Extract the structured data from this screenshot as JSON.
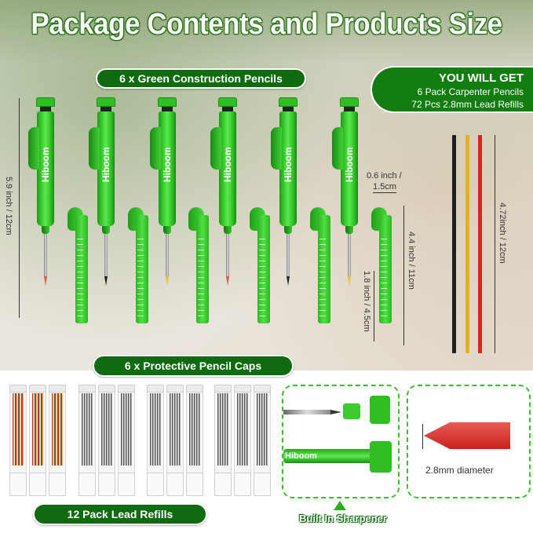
{
  "header": {
    "title": "Package Contents and Products Size"
  },
  "labels": {
    "pencils": "6 x Green Construction Pencils",
    "caps": "6 x Protective Pencil Caps",
    "refills": "12 Pack Lead Refills",
    "sharpener": "Built In Sharpener"
  },
  "you_will_get": {
    "title": "YOU WILL GET",
    "items": [
      "6 Pack Carpenter Pencils",
      "72 Pcs 2.8mm Lead Refills"
    ]
  },
  "brand": "Hiboom",
  "dimensions": {
    "pencil_length": "5.9 inch / 12cm",
    "pencil_width_line1": "0.6 inch /",
    "pencil_width_line2": "1.5cm",
    "cap_length": "4.4 inch / 11cm",
    "cap_width": "1.8 inch / 4.5cm",
    "lead_length": "4.72inch / 12cm",
    "lead_diameter": "2.8mm diameter"
  },
  "pencils": [
    {
      "tip_color": "#e0564a"
    },
    {
      "tip_color": "#222222"
    },
    {
      "tip_color": "#e8c233"
    },
    {
      "tip_color": "#e0564a"
    },
    {
      "tip_color": "#222222"
    },
    {
      "tip_color": "#e8c233"
    }
  ],
  "leads": [
    {
      "color": "#1f1f1f"
    },
    {
      "color": "#e2b21e"
    },
    {
      "color": "#d6261e"
    }
  ],
  "refill_tubes": [
    {
      "type": "color"
    },
    {
      "type": "color"
    },
    {
      "type": "color"
    },
    {
      "type": "gray"
    },
    {
      "type": "gray"
    },
    {
      "type": "gray"
    },
    {
      "type": "gray"
    },
    {
      "type": "gray"
    },
    {
      "type": "gray"
    },
    {
      "type": "gray"
    },
    {
      "type": "gray"
    },
    {
      "type": "gray"
    }
  ],
  "colors": {
    "accent_green": "#0f6a10",
    "pencil_green": "#3ccb2e",
    "dashed_border": "#3cbf2c"
  }
}
